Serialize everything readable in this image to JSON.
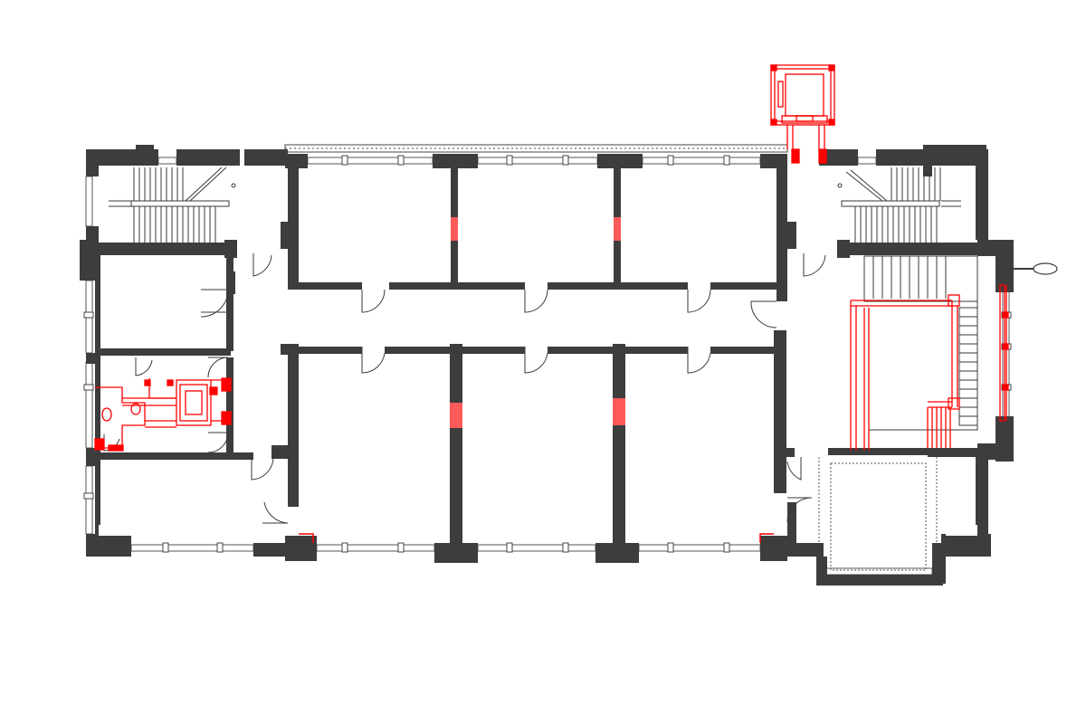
{
  "drawing": {
    "type": "architectural-floor-plan",
    "levels": 1,
    "text_labels": []
  },
  "colors": {
    "background": "#ffffff",
    "existing_wall": "#3d3d3d",
    "new_construction": "#ff0000",
    "new_infill": "#ff5a5a",
    "line": "#3a3a3a",
    "glazing": "#555555"
  },
  "elements": {
    "rooms": [
      "stair-nw",
      "stair-ne",
      "stair-east-main",
      "corridor",
      "office-north-1",
      "office-north-2",
      "office-north-3",
      "office-south-1",
      "office-south-2",
      "office-south-3",
      "room-west-upper",
      "restrooms-west",
      "room-west-lower",
      "vestibule-se",
      "elevator-shaft-north"
    ],
    "new_work": [
      "elevator",
      "restroom-partitions",
      "stair-railing-east",
      "wall-infill-openings"
    ]
  }
}
